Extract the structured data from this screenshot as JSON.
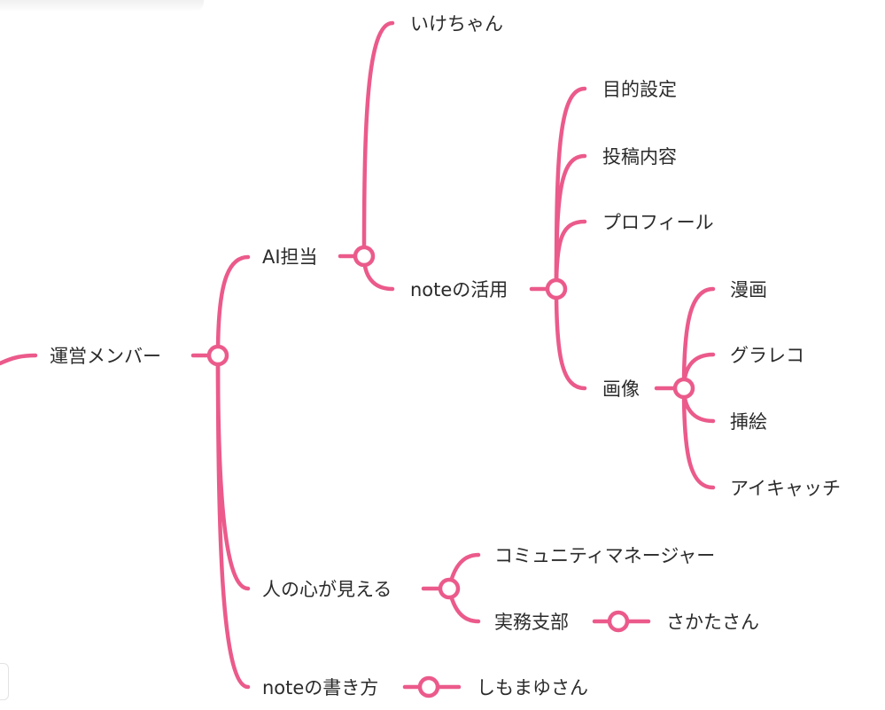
{
  "colors": {
    "branch": "#eb5a8b",
    "text": "#2b2b2b",
    "background": "#ffffff"
  },
  "mindmap": {
    "nodes": {
      "unei_member": "運営メンバー",
      "ai_tantou": "AI担当",
      "ikechan": "いけちゃん",
      "note_katsuyou": "noteの活用",
      "mokuteki_settei": "目的設定",
      "toukou_naiyou": "投稿内容",
      "profile": "プロフィール",
      "gazou": "画像",
      "manga": "漫画",
      "gurareko": "グラレコ",
      "sashie": "挿絵",
      "eyecatch": "アイキャッチ",
      "hito_no_kokoro": "人の心が見える",
      "community_manager": "コミュニティマネージャー",
      "jimu_shibu": "実務支部",
      "sakata_san": "さかたさん",
      "note_kakikata": "noteの書き方",
      "shimomayu_san": "しもまゆさん"
    }
  }
}
